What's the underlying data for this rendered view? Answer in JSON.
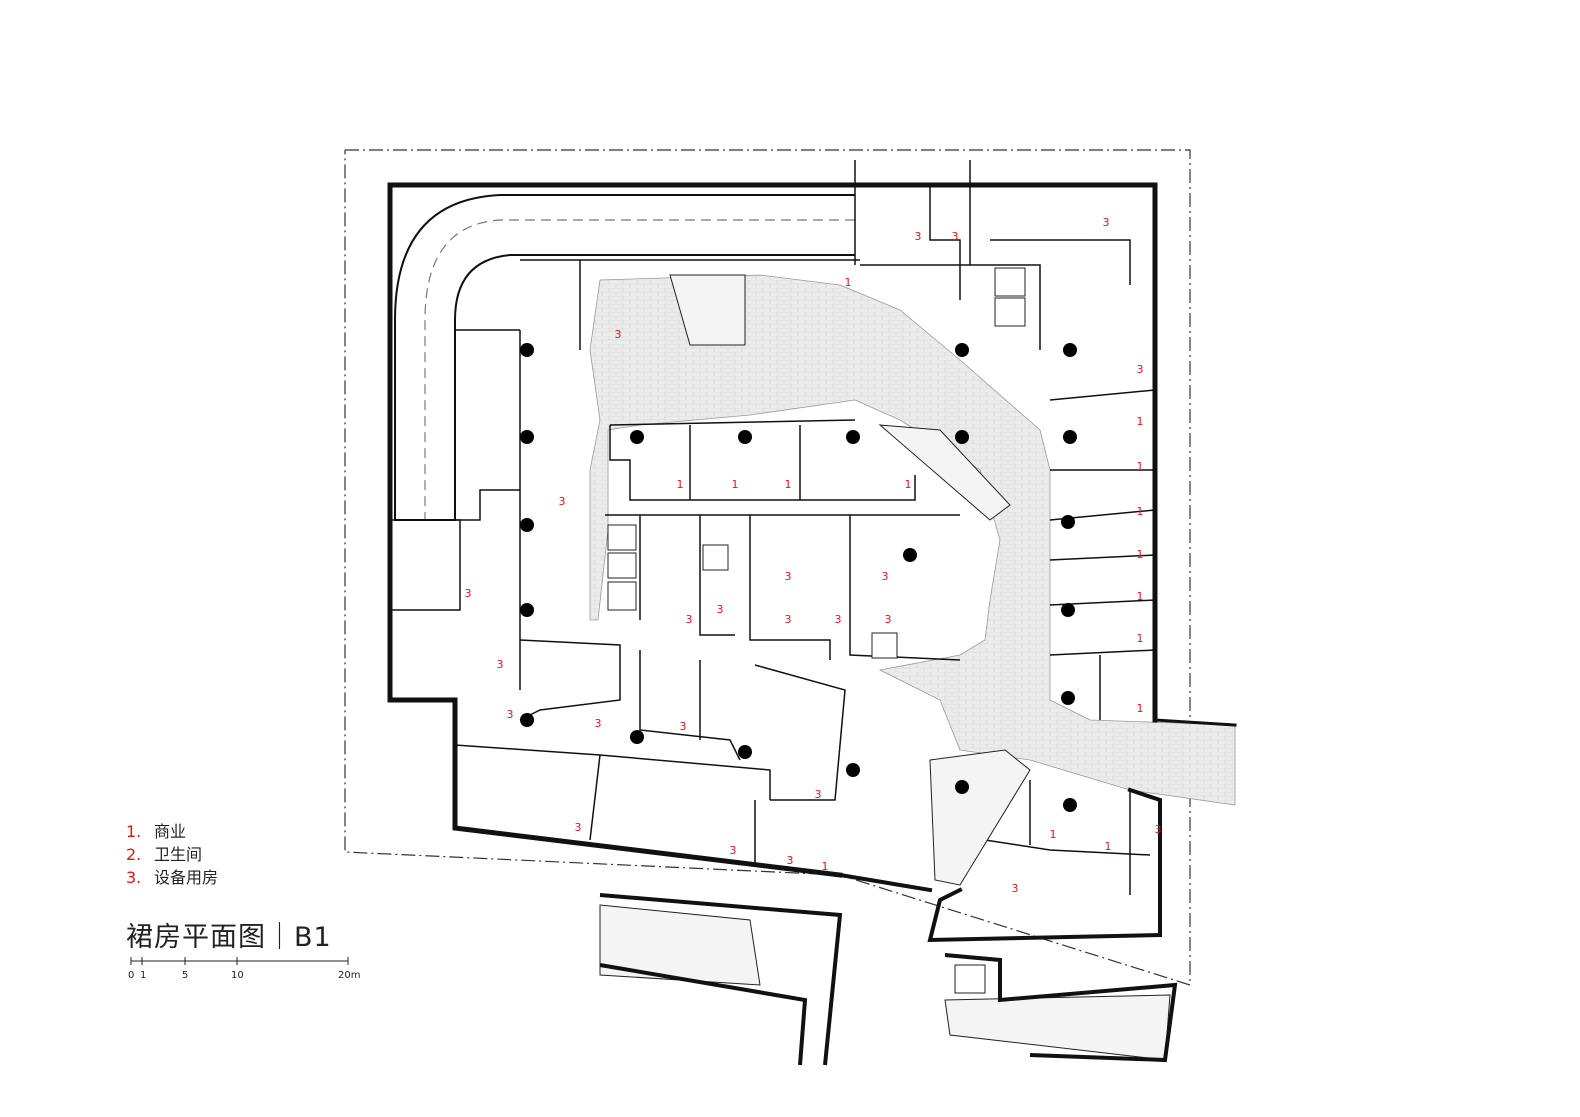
{
  "legend": {
    "items": [
      {
        "num": "1.",
        "label": "商业"
      },
      {
        "num": "2.",
        "label": "卫生间"
      },
      {
        "num": "3.",
        "label": "设备用房"
      }
    ]
  },
  "title": "裙房平面图｜B1",
  "scale_bar": {
    "labels": [
      "0",
      "1",
      "5",
      "10",
      "20m"
    ]
  },
  "room_numbers": [
    "1",
    "3"
  ],
  "colors": {
    "wall": "#111111",
    "corridor_fill": "#e9e9e9",
    "room_number": "#e0161b",
    "column": "#000000"
  }
}
